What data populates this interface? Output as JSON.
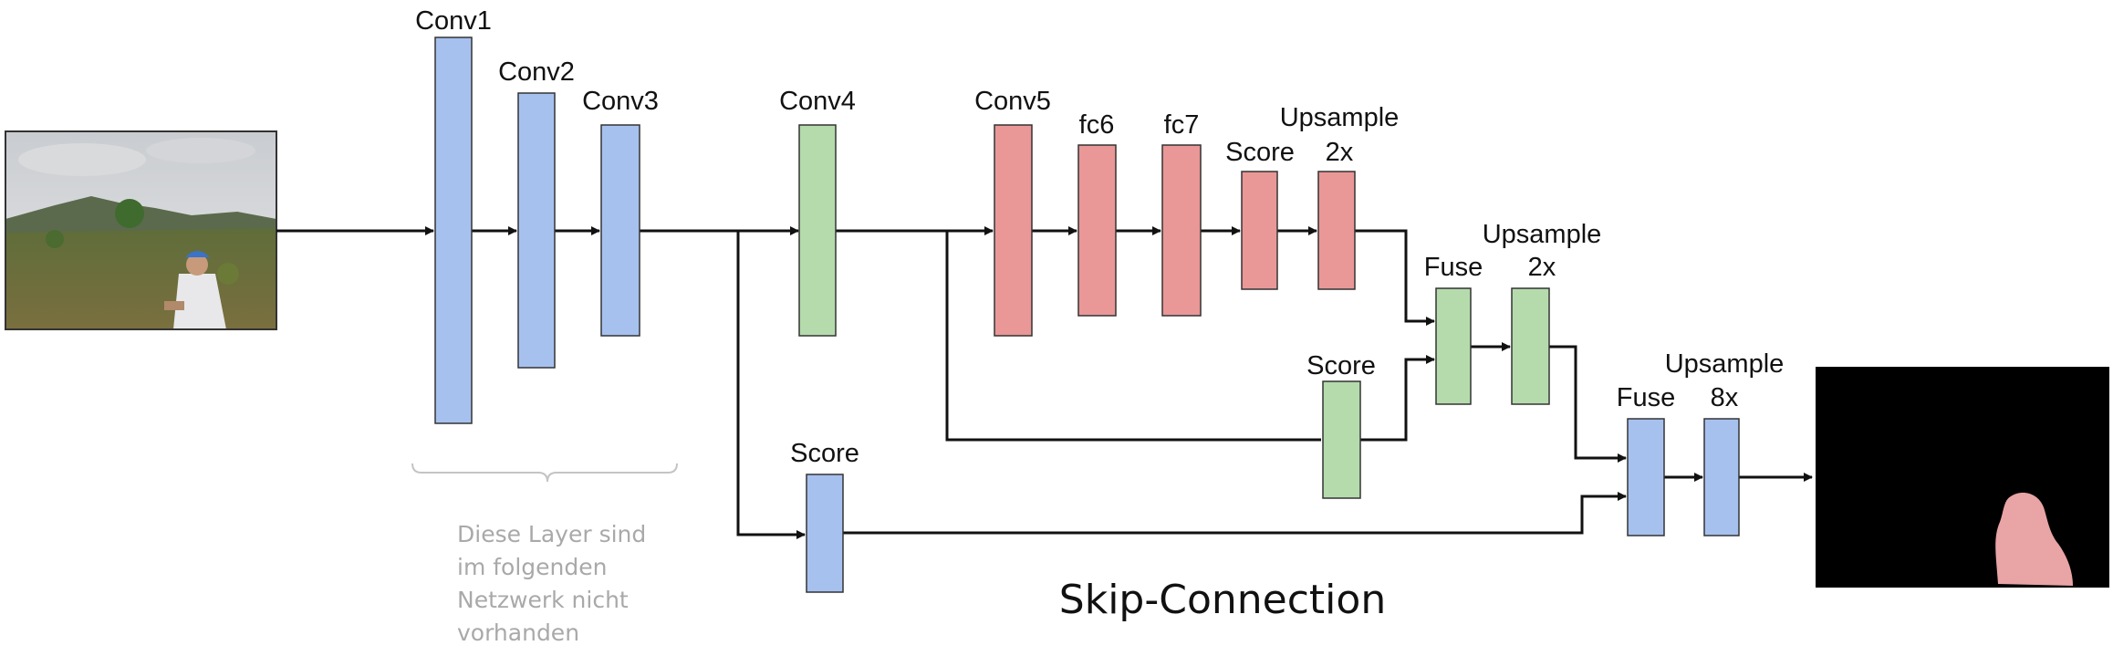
{
  "diagram": {
    "layers": {
      "conv1": {
        "label": "Conv1",
        "color": "#a7c1ef"
      },
      "conv2": {
        "label": "Conv2",
        "color": "#a7c1ef"
      },
      "conv3": {
        "label": "Conv3",
        "color": "#a7c1ef"
      },
      "conv4": {
        "label": "Conv4",
        "color": "#b5dbad"
      },
      "conv5": {
        "label": "Conv5",
        "color": "#ea9797"
      },
      "fc6": {
        "label": "fc6",
        "color": "#ea9797"
      },
      "fc7": {
        "label": "fc7",
        "color": "#ea9797"
      },
      "score_main": {
        "label": "Score",
        "color": "#ea9797"
      },
      "upsample_2x_main": {
        "label_line1": "Upsample",
        "label_line2": "2x",
        "color": "#ea9797"
      },
      "score_conv4": {
        "label": "Score",
        "color": "#b5dbad"
      },
      "fuse_1": {
        "label": "Fuse",
        "color": "#b5dbad"
      },
      "upsample_2x_second": {
        "label_line1": "Upsample",
        "label_line2": "2x",
        "color": "#b5dbad"
      },
      "score_conv3": {
        "label": "Score",
        "color": "#a7c1ef"
      },
      "fuse_2": {
        "label": "Fuse",
        "color": "#a7c1ef"
      },
      "upsample_8x": {
        "label_line1": "Upsample",
        "label_line2": "8x",
        "color": "#a7c1ef"
      }
    },
    "note": {
      "lines": [
        "Diese Layer sind",
        "im folgenden",
        "Netzwerk nicht",
        "vorhanden"
      ]
    },
    "caption": "Skip-Connection",
    "colors": {
      "line": "#111111",
      "note": "#a9a9a9",
      "border": "#333333",
      "output_bg": "#000000",
      "mask": "#e9a4a6"
    }
  }
}
